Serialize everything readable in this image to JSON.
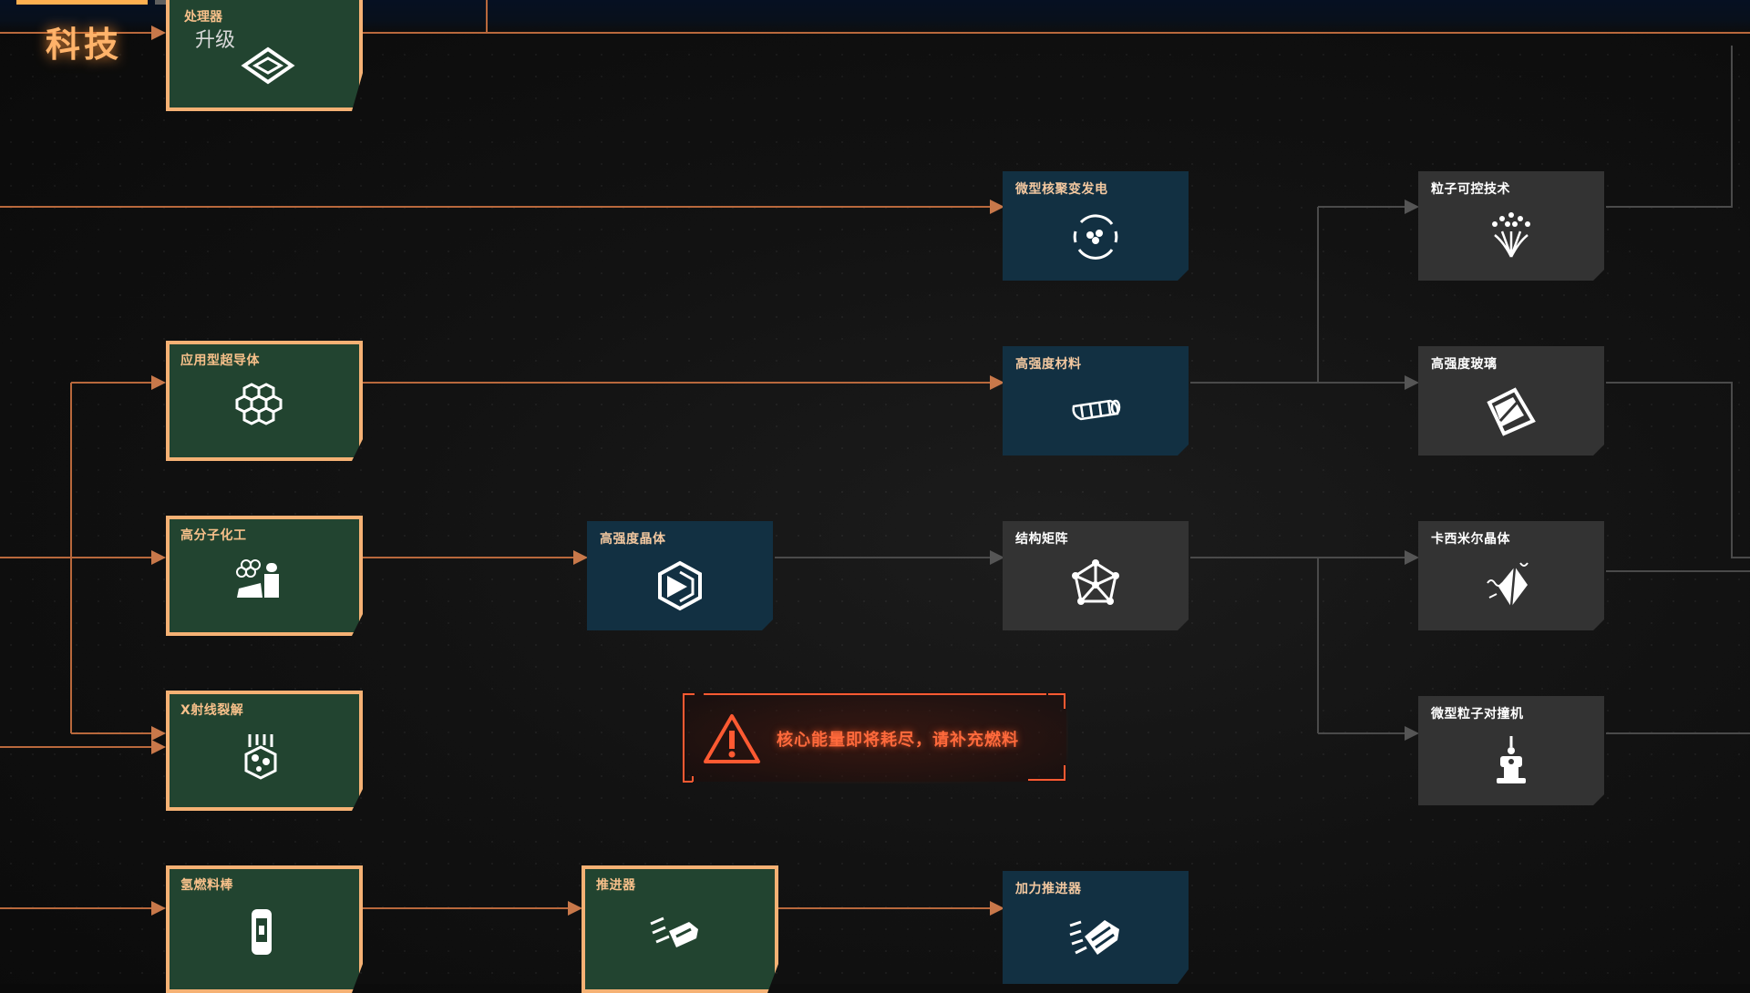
{
  "header": {
    "title": "科技"
  },
  "top_node": {
    "category": "处理器",
    "name": "升级",
    "icon": "upgrade-diamond-icon"
  },
  "nodes": [
    {
      "id": "n1",
      "label": "应用型超导体",
      "icon": "hexagon-lattice-icon",
      "state": "unlocked"
    },
    {
      "id": "n2",
      "label": "高分子化工",
      "icon": "polymer-chemistry-icon",
      "state": "unlocked"
    },
    {
      "id": "n3",
      "label": "X射线裂解",
      "icon": "xray-cracking-icon",
      "state": "unlocked"
    },
    {
      "id": "n4",
      "label": "氢燃料棒",
      "icon": "fuel-rod-icon",
      "state": "unlocked"
    },
    {
      "id": "n5",
      "label": "高强度晶体",
      "icon": "crystal-icon",
      "state": "available"
    },
    {
      "id": "n6",
      "label": "推进器",
      "icon": "thruster-icon",
      "state": "unlocked"
    },
    {
      "id": "n7",
      "label": "微型核聚变发电",
      "icon": "fusion-icon",
      "state": "available"
    },
    {
      "id": "n8",
      "label": "高强度材料",
      "icon": "nanotube-icon",
      "state": "available"
    },
    {
      "id": "n9",
      "label": "结构矩阵",
      "icon": "structure-matrix-icon",
      "state": "locked"
    },
    {
      "id": "n10",
      "label": "加力推进器",
      "icon": "reinforced-thruster-icon",
      "state": "available"
    },
    {
      "id": "n11",
      "label": "粒子可控技术",
      "icon": "particle-control-icon",
      "state": "locked"
    },
    {
      "id": "n12",
      "label": "高强度玻璃",
      "icon": "glass-icon",
      "state": "locked"
    },
    {
      "id": "n13",
      "label": "卡西米尔晶体",
      "icon": "casimir-crystal-icon",
      "state": "locked"
    },
    {
      "id": "n14",
      "label": "微型粒子对撞机",
      "icon": "collider-icon",
      "state": "locked"
    }
  ],
  "warning": {
    "text": "核心能量即将耗尽，请补充燃料",
    "icon": "warning-triangle-icon"
  },
  "colors": {
    "unlocked_bg": "#224430",
    "unlocked_border": "#f5b174",
    "available_bg": "#123042",
    "locked_bg": "#333333",
    "link_active": "#c8784a",
    "link_locked": "#4a4a4a",
    "warning": "#ff5a32"
  }
}
